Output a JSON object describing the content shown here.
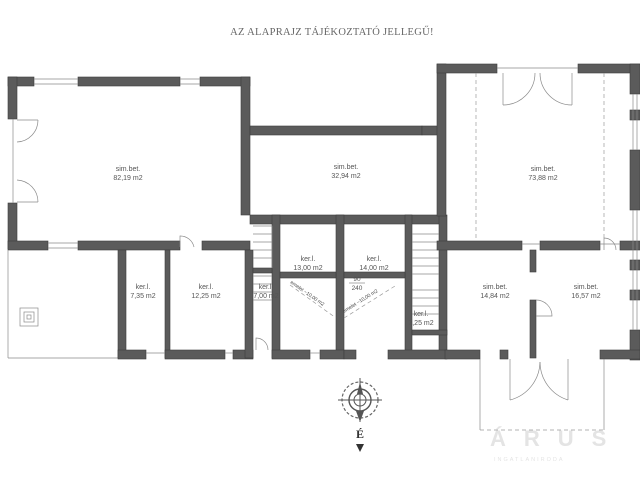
{
  "title": "AZ ALAPRAJZ TÁJÉKOZTATÓ JELLEGŰ!",
  "rooms": [
    {
      "name": "sim.bet.",
      "area": "82,19  m2"
    },
    {
      "name": "sim.bet.",
      "area": "32,94  m2"
    },
    {
      "name": "sim.bet.",
      "area": "73,88  m2"
    },
    {
      "name": "ker.l.",
      "area": "7,35  m2"
    },
    {
      "name": "ker.l.",
      "area": "12,25  m2"
    },
    {
      "name": "ker.l.",
      "area": "7,00  m2"
    },
    {
      "name": "ker.l.",
      "area": "13,00  m2"
    },
    {
      "name": "ker.l.",
      "area": "14,00  m2"
    },
    {
      "name": "ker.l.",
      "area": "7,25  m2"
    },
    {
      "name": "sim.bet.",
      "area": "14,84  m2"
    },
    {
      "name": "sim.bet.",
      "area": "16,57  m2"
    }
  ],
  "stairs": [
    "emelet ~10,00 m2",
    "emelet ~10,00 m2"
  ],
  "dims": [
    "90",
    "240"
  ],
  "compass": {
    "letter": "É"
  },
  "watermark": {
    "main": "ÁRUS",
    "sub": "INGATLANIRODA"
  }
}
